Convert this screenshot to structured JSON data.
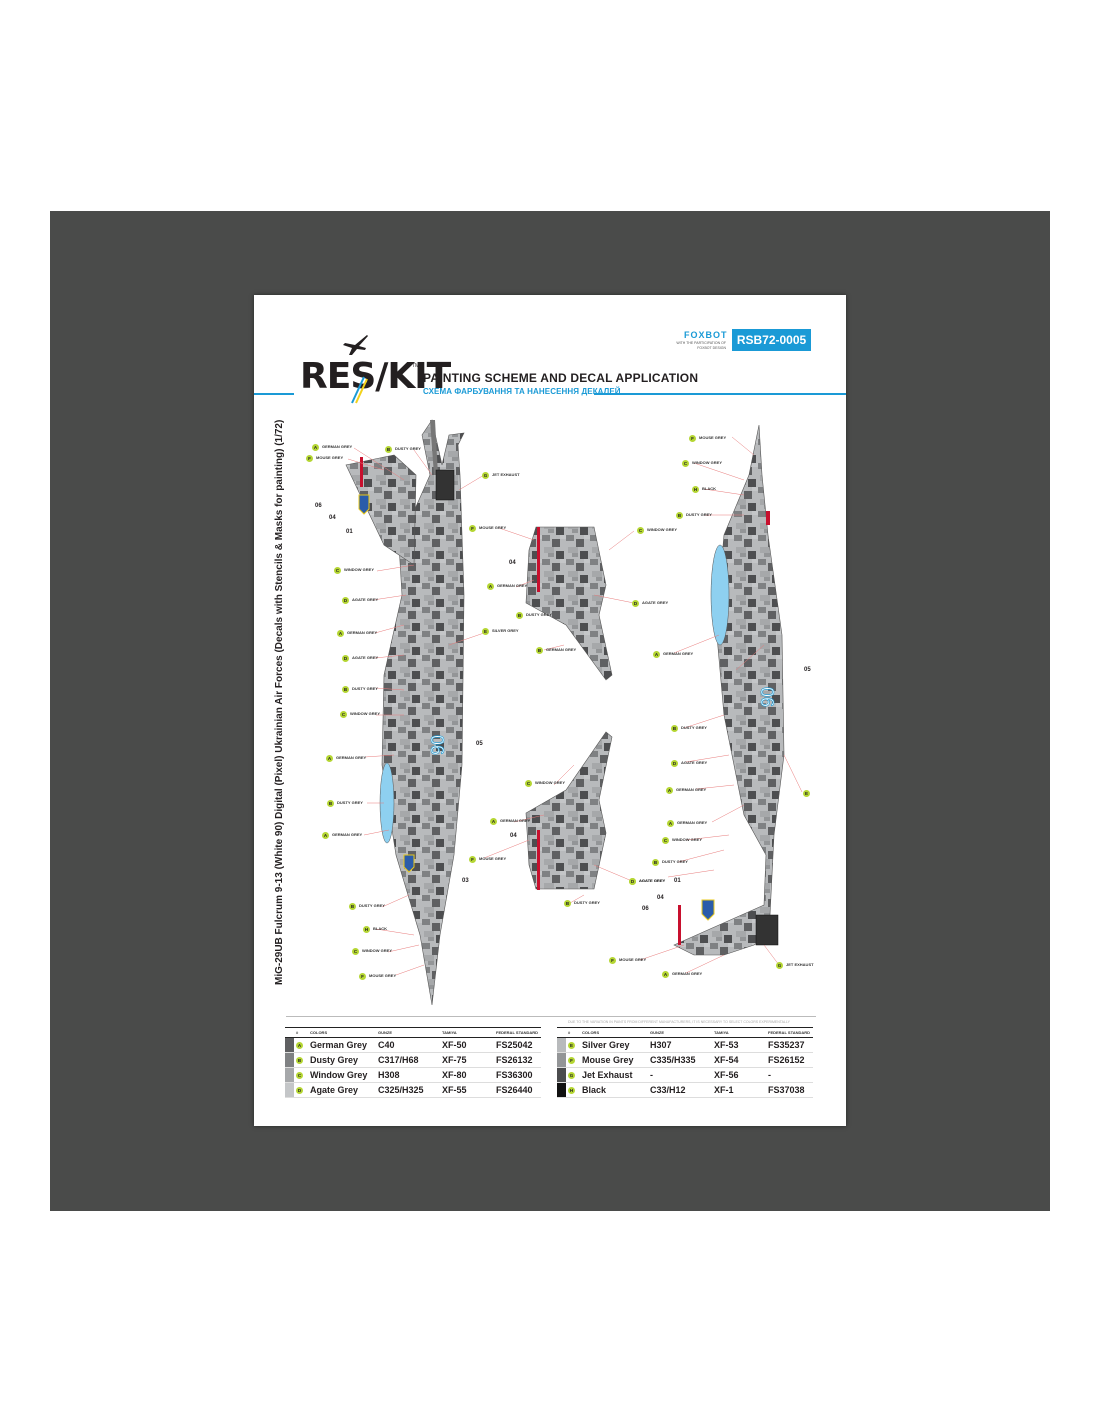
{
  "header": {
    "logo_text": "RES/KIT",
    "logo_tm": "TM",
    "title": "PAINTING SCHEME AND DECAL APPLICATION",
    "subtitle": "СХЕМА ФАРБУВАННЯ ТА НАНЕСЕННЯ ДЕКАЛЕЙ",
    "partner": "FOXBOT",
    "partner_note": "WITH THE PARTICIPATION OF FOXBOT DESIGN",
    "code": "RSB72-0005",
    "accent_color": "#1a9ad6",
    "callout_color": "#b5d633"
  },
  "side_title": "MiG-29UB Fulcrum 9-13 (White 90) Digital (Pixel) Ukrainian Air Forces (Decals with Stencils & Masks for painting) (1/72)",
  "callouts": {
    "left": [
      {
        "letter": "A",
        "text": "GERMAN GREY"
      },
      {
        "letter": "F",
        "text": "MOUSE GREY"
      },
      {
        "letter": "B",
        "text": "DUSTY GREY"
      },
      {
        "letter": "G",
        "text": "JET EXHAUST"
      },
      {
        "letter": "C",
        "text": "WINDOW GREY"
      },
      {
        "letter": "D",
        "text": "AGATE GREY"
      },
      {
        "letter": "A",
        "text": "GERMAN GREY"
      },
      {
        "letter": "D",
        "text": "AGATE GREY"
      },
      {
        "letter": "B",
        "text": "DUSTY GREY"
      },
      {
        "letter": "C",
        "text": "WINDOW GREY"
      },
      {
        "letter": "A",
        "text": "GERMAN GREY"
      },
      {
        "letter": "B",
        "text": "DUSTY GREY"
      },
      {
        "letter": "A",
        "text": "GERMAN GREY"
      },
      {
        "letter": "B",
        "text": "DUSTY GREY"
      },
      {
        "letter": "H",
        "text": "BLACK"
      },
      {
        "letter": "C",
        "text": "WINDOW GREY"
      },
      {
        "letter": "F",
        "text": "MOUSE GREY"
      }
    ],
    "center": [
      {
        "letter": "F",
        "text": "MOUSE GREY"
      },
      {
        "letter": "C",
        "text": "WINDOW GREY"
      },
      {
        "letter": "A",
        "text": "GERMAN GREY"
      },
      {
        "letter": "D",
        "text": "AGATE GREY"
      },
      {
        "letter": "B",
        "text": "DUSTY GREY"
      },
      {
        "letter": "E",
        "text": "SILVER GREY"
      },
      {
        "letter": "B",
        "text": "GERMAN GREY"
      },
      {
        "letter": "C",
        "text": "WINDOW GREY"
      },
      {
        "letter": "A",
        "text": "GERMAN GREY"
      },
      {
        "letter": "F",
        "text": "MOUSE GREY"
      },
      {
        "letter": "D",
        "text": "AGATE GREY"
      },
      {
        "letter": "B",
        "text": "DUSTY GREY"
      }
    ],
    "right": [
      {
        "letter": "F",
        "text": "MOUSE GREY"
      },
      {
        "letter": "C",
        "text": "WINDOW GREY"
      },
      {
        "letter": "H",
        "text": "BLACK"
      },
      {
        "letter": "B",
        "text": "DUSTY GREY"
      },
      {
        "letter": "A",
        "text": "GERMAN GREY"
      },
      {
        "letter": "B",
        "text": "DUSTY GREY"
      },
      {
        "letter": "D",
        "text": "AGATE GREY"
      },
      {
        "letter": "A",
        "text": "GERMAN GREY"
      },
      {
        "letter": "E",
        "text": ""
      },
      {
        "letter": "A",
        "text": "GERMAN GREY"
      },
      {
        "letter": "C",
        "text": "WINDOW GREY"
      },
      {
        "letter": "B",
        "text": "DUSTY GREY"
      },
      {
        "letter": "D",
        "text": "AGATE GREY"
      },
      {
        "letter": "F",
        "text": "MOUSE GREY"
      },
      {
        "letter": "A",
        "text": "GERMAN GREY"
      },
      {
        "letter": "G",
        "text": "JET EXHAUST"
      }
    ]
  },
  "numbers": {
    "n06a": "06",
    "n04a": "04",
    "n01a": "01",
    "n05a": "05",
    "n03a": "03",
    "n04b": "04",
    "n04c": "04",
    "n05b": "05",
    "n01b": "01",
    "n04d": "04",
    "n06b": "06",
    "tail_number": "06"
  },
  "table_note": "DUE TO THE VARIATION IN PAINTS FROM DIFFERENT MANUFACTURERS, IT IS NECESSARY TO SELECT COLORS EXPERIMENTALLY",
  "table_headers": {
    "num": "#",
    "colors": "COLORS",
    "gunze": "GUNZE",
    "tamiya": "TAMIYA",
    "fs": "FEDERAL STANDARD"
  },
  "colors_left": [
    {
      "letter": "A",
      "name": "German Grey",
      "gunze": "C40",
      "tamiya": "XF-50",
      "fs": "FS25042",
      "swatch": "#5f6062"
    },
    {
      "letter": "B",
      "name": "Dusty Grey",
      "gunze": "C317/H68",
      "tamiya": "XF-75",
      "fs": "FS26132",
      "swatch": "#7f8183"
    },
    {
      "letter": "C",
      "name": "Window Grey",
      "gunze": "H308",
      "tamiya": "XF-80",
      "fs": "FS36300",
      "swatch": "#a6a8aa"
    },
    {
      "letter": "D",
      "name": "Agate Grey",
      "gunze": "C325/H325",
      "tamiya": "XF-55",
      "fs": "FS26440",
      "swatch": "#c4c6c8"
    }
  ],
  "colors_right": [
    {
      "letter": "E",
      "name": "Silver Grey",
      "gunze": "H307",
      "tamiya": "XF-53",
      "fs": "FS35237",
      "swatch": "#b8babc"
    },
    {
      "letter": "F",
      "name": "Mouse Grey",
      "gunze": "C335/H335",
      "tamiya": "XF-54",
      "fs": "FS26152",
      "swatch": "#939597"
    },
    {
      "letter": "G",
      "name": "Jet Exhaust",
      "gunze": "-",
      "tamiya": "XF-56",
      "fs": "-",
      "swatch": "#4b4c4e"
    },
    {
      "letter": "H",
      "name": "Black",
      "gunze": "C33/H12",
      "tamiya": "XF-1",
      "fs": "FS37038",
      "swatch": "#111111"
    }
  ]
}
